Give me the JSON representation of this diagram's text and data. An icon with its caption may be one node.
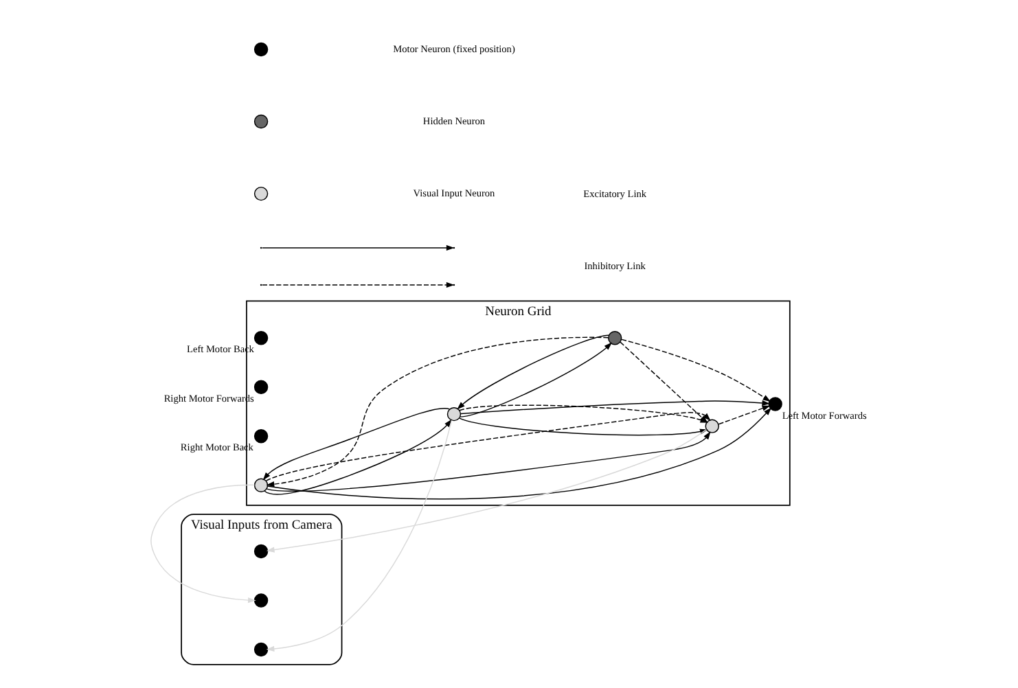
{
  "diagram": {
    "nodes": [
      {
        "text": [
          "Neuron Grid"
        ]
      },
      {
        "text": [],
        "shape": "circle",
        "beside": [
          "Left Motor Forwards"
        ],
        "in": 0
      },
      {
        "text": [],
        "shape": "circle",
        "beside": [
          "Left Motor Back"
        ],
        "in": 0
      },
      {
        "text": [],
        "shape": "circle",
        "beside": [
          "Right Motor Forwards"
        ],
        "in": 0
      },
      {
        "text": [],
        "shape": "circle",
        "beside": [
          "Right Motor Back"
        ],
        "in": 0
      },
      {
        "text": [],
        "shape": "circle",
        "in": 0
      },
      {
        "text": [],
        "shape": "circle",
        "in": 0
      },
      {
        "text": [],
        "shape": "circle",
        "in": 0
      },
      {
        "text": [],
        "shape": "circle",
        "in": 0
      },
      {
        "text": [
          "Visual Inputs from Camera"
        ]
      },
      {
        "text": [],
        "shape": "circle",
        "in": 9
      },
      {
        "text": [],
        "shape": "circle",
        "in": 9
      },
      {
        "text": [],
        "shape": "circle",
        "in": 9
      }
    ],
    "edges": [
      {
        "from": 5,
        "to": 1,
        "arrow": "to"
      },
      {
        "from": 6,
        "to": 1,
        "arrow": "to"
      },
      {
        "from": 5,
        "to": 6,
        "arrow": "to"
      },
      {
        "from": 6,
        "to": 5,
        "arrow": "to"
      },
      {
        "from": 6,
        "to": 7,
        "arrow": "to"
      },
      {
        "from": 5,
        "to": 7,
        "arrow": "to"
      },
      {
        "from": 6,
        "to": 8,
        "arrow": "to"
      },
      {
        "from": 8,
        "to": 6,
        "arrow": "to"
      },
      {
        "from": 8,
        "to": 1,
        "arrow": "to",
        "style": "dashed"
      },
      {
        "from": 7,
        "to": 1,
        "arrow": "to",
        "style": "dashed"
      },
      {
        "from": 8,
        "to": 5,
        "arrow": "to",
        "style": "dashed"
      },
      {
        "from": 8,
        "to": 7,
        "arrow": "to",
        "style": "dashed"
      },
      {
        "from": 6,
        "to": 7,
        "arrow": "to",
        "style": "dashed"
      },
      {
        "from": 5,
        "to": 7,
        "arrow": "to",
        "style": "dashed"
      },
      {
        "from": 7,
        "to": 10,
        "arrow": "to",
        "color": "#d9d9d9"
      },
      {
        "from": 5,
        "to": 11,
        "arrow": "to",
        "color": "#d9d9d9"
      },
      {
        "from": 6,
        "to": 12,
        "arrow": "to",
        "color": "#d9d9d9"
      }
    ],
    "legend": [
      {
        "text": "Motor Neuron (fixed position)",
        "color": "#000000"
      },
      {
        "text": "Hidden Neuron",
        "color": "#666666"
      },
      {
        "text": "Visual Input Neuron",
        "color": "#d9d9d9"
      },
      {
        "text": "Excitatory Link"
      },
      {
        "text": "Inhibitory Link"
      }
    ]
  }
}
